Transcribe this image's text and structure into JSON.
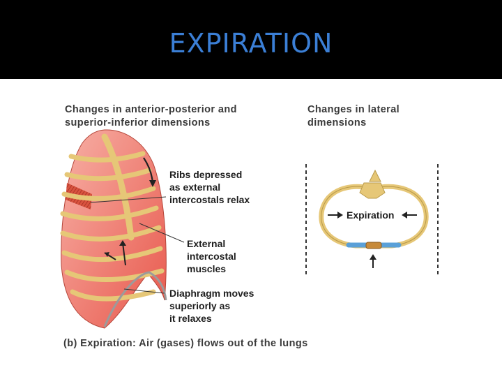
{
  "slide": {
    "title": "EXPIRATION"
  },
  "figure": {
    "left_heading_line1": "Changes in anterior-posterior and",
    "left_heading_line2": "superior-inferior dimensions",
    "right_heading_line1": "Changes in lateral",
    "right_heading_line2": "dimensions",
    "label_ribs_1": "Ribs depressed",
    "label_ribs_2": "as external",
    "label_ribs_3": "intercostals relax",
    "label_muscles_1": "External",
    "label_muscles_2": "intercostal",
    "label_muscles_3": "muscles",
    "label_diaphragm_1": "Diaphragm moves",
    "label_diaphragm_2": "superiorly as",
    "label_diaphragm_3": "it relaxes",
    "lateral_label": "Expiration",
    "caption": "(b)  Expiration: Air (gases) flows out of the lungs"
  },
  "colors": {
    "title": "#3b7fd6",
    "lung": "#f27a6e",
    "bone": "#e6c777",
    "cartilage": "#5aa0d8"
  }
}
